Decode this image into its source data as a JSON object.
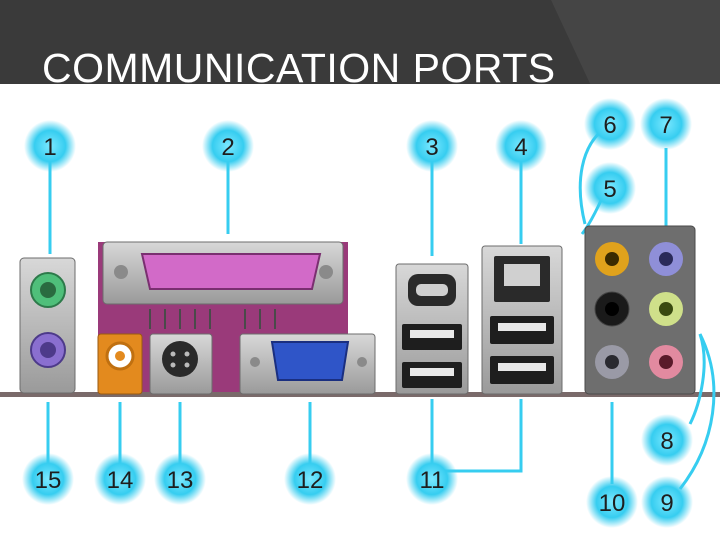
{
  "slide": {
    "title": "COMMUNICATION PORTS"
  },
  "callouts": {
    "c1": "1",
    "c2": "2",
    "c3": "3",
    "c4": "4",
    "c5": "5",
    "c6": "6",
    "c7": "7",
    "c8": "8",
    "c9": "9",
    "c10": "10",
    "c11": "11",
    "c12": "12",
    "c13": "13",
    "c14": "14",
    "c15": "15"
  },
  "colors": {
    "callout_glow": "#2fd0f0",
    "ps2_mouse": "#4fbf7a",
    "ps2_keyboard": "#8a6fd0",
    "parallel": "#d26ac8",
    "vga": "#2f55c8",
    "spdif": "#e38a1e",
    "audio_orange": "#e0a21c",
    "audio_blue": "#8f8fd8",
    "audio_green": "#cfe08a",
    "audio_gray": "#9a9aa6",
    "audio_pink": "#e28aa0",
    "audio_black": "#1a1a1a"
  }
}
